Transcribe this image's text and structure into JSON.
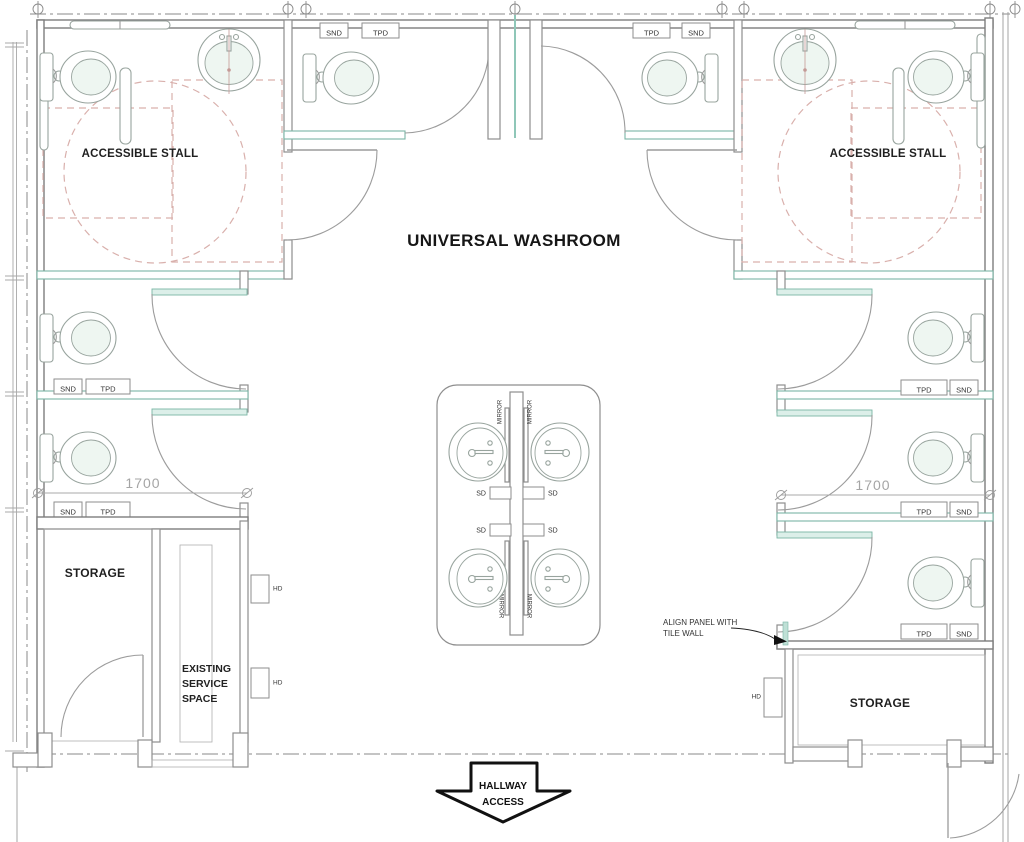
{
  "plan": {
    "title": "UNIVERSAL WASHROOM",
    "rooms": {
      "accessible_stall": "ACCESSIBLE STALL",
      "storage": "STORAGE",
      "service_space": [
        "EXISTING",
        "SERVICE",
        "SPACE"
      ]
    },
    "annotations": {
      "align_panel": [
        "ALIGN PANEL WITH",
        "TILE WALL"
      ],
      "hallway_access": [
        "HALLWAY",
        "ACCESS"
      ],
      "dimension_1700": "1700"
    },
    "fixture_labels": {
      "snd": "SND",
      "tpd": "TPD",
      "sd": "SD",
      "hd": "HD",
      "mirror": "MIRROR"
    },
    "colors": {
      "wall_gray": "#8e8e8e",
      "partition_teal": "#7ab5a5",
      "teal_fill": "#dcefe9",
      "fixture_gray": "#98a49e",
      "clearance_pink": "#d9b0ac",
      "dim_gray": "#a5a5a5",
      "text_dark": "#1f1f1f",
      "arrow_black": "#111111"
    }
  }
}
